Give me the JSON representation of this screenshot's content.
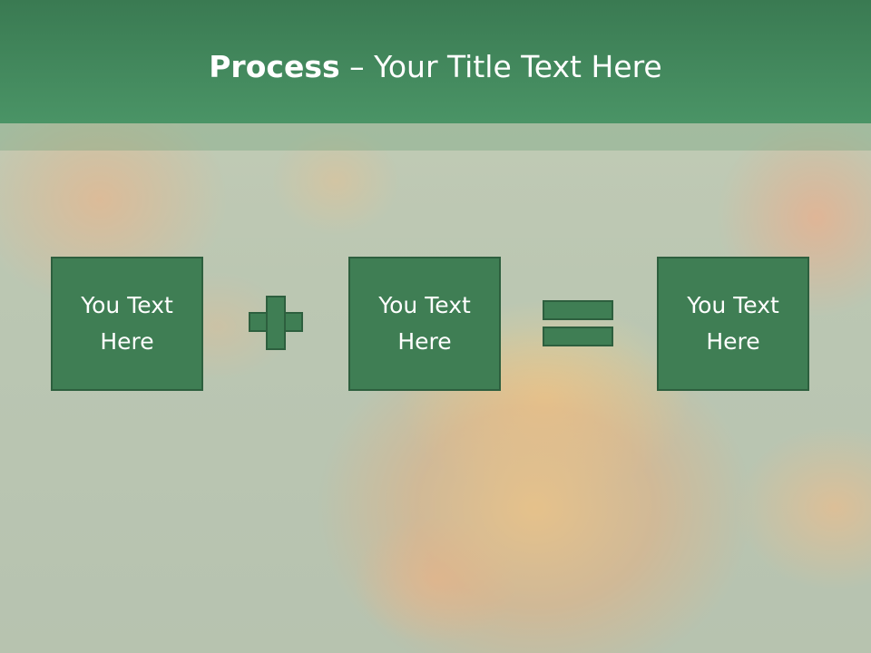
{
  "slide": {
    "title_bold": "Process",
    "title_rest": " – Your Title Text Here",
    "colors": {
      "header": "#3f8a5a",
      "box_fill": "#3f7e54",
      "box_border": "#2d5f3e",
      "text": "#ffffff"
    }
  },
  "process": {
    "boxes": [
      {
        "label": "You Text\nHere"
      },
      {
        "label": "You Text\nHere"
      },
      {
        "label": "You Text\nHere"
      }
    ],
    "operators": [
      "plus-icon",
      "equals-icon"
    ]
  }
}
